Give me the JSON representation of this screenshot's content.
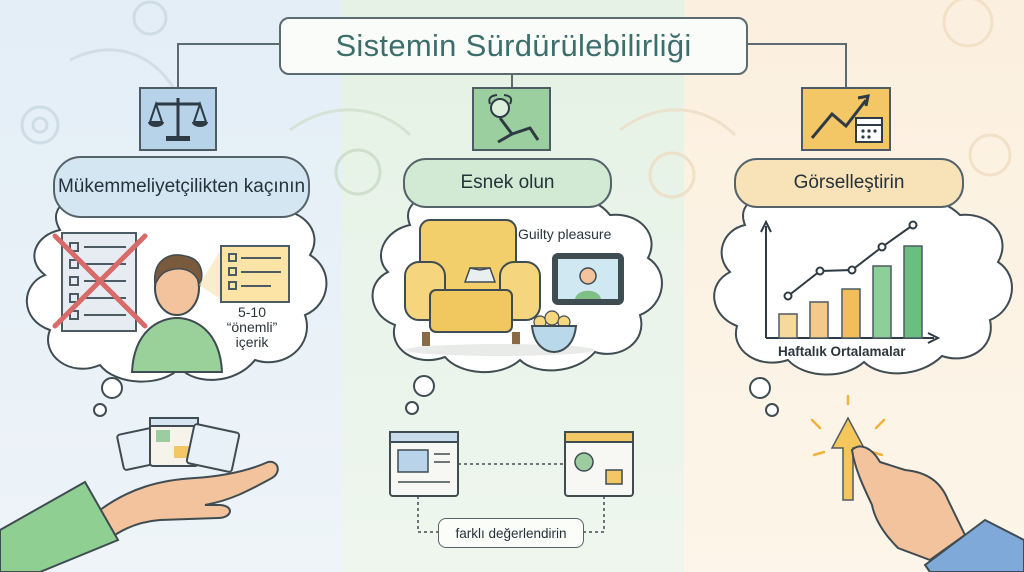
{
  "title": "Sistemin Sürdürülebilirliği",
  "sections": [
    {
      "heading": "Mükemmeliyetçilikten kaçının",
      "icon": "balance-scale-icon",
      "note": [
        "5-10",
        "“önemli”",
        "içerik"
      ],
      "color": "#d5e6f3"
    },
    {
      "heading": "Esnek olun",
      "icon": "relaxing-person-icon",
      "note_label": "Guilty pleasure",
      "bottom_label": "farklı değerlendirin",
      "color": "#d2ead4"
    },
    {
      "heading": "Görselleştirin",
      "icon": "trend-chart-calendar-icon",
      "chart_label": "Haftalık Ortalamalar",
      "color": "#f8e2b8"
    }
  ]
}
